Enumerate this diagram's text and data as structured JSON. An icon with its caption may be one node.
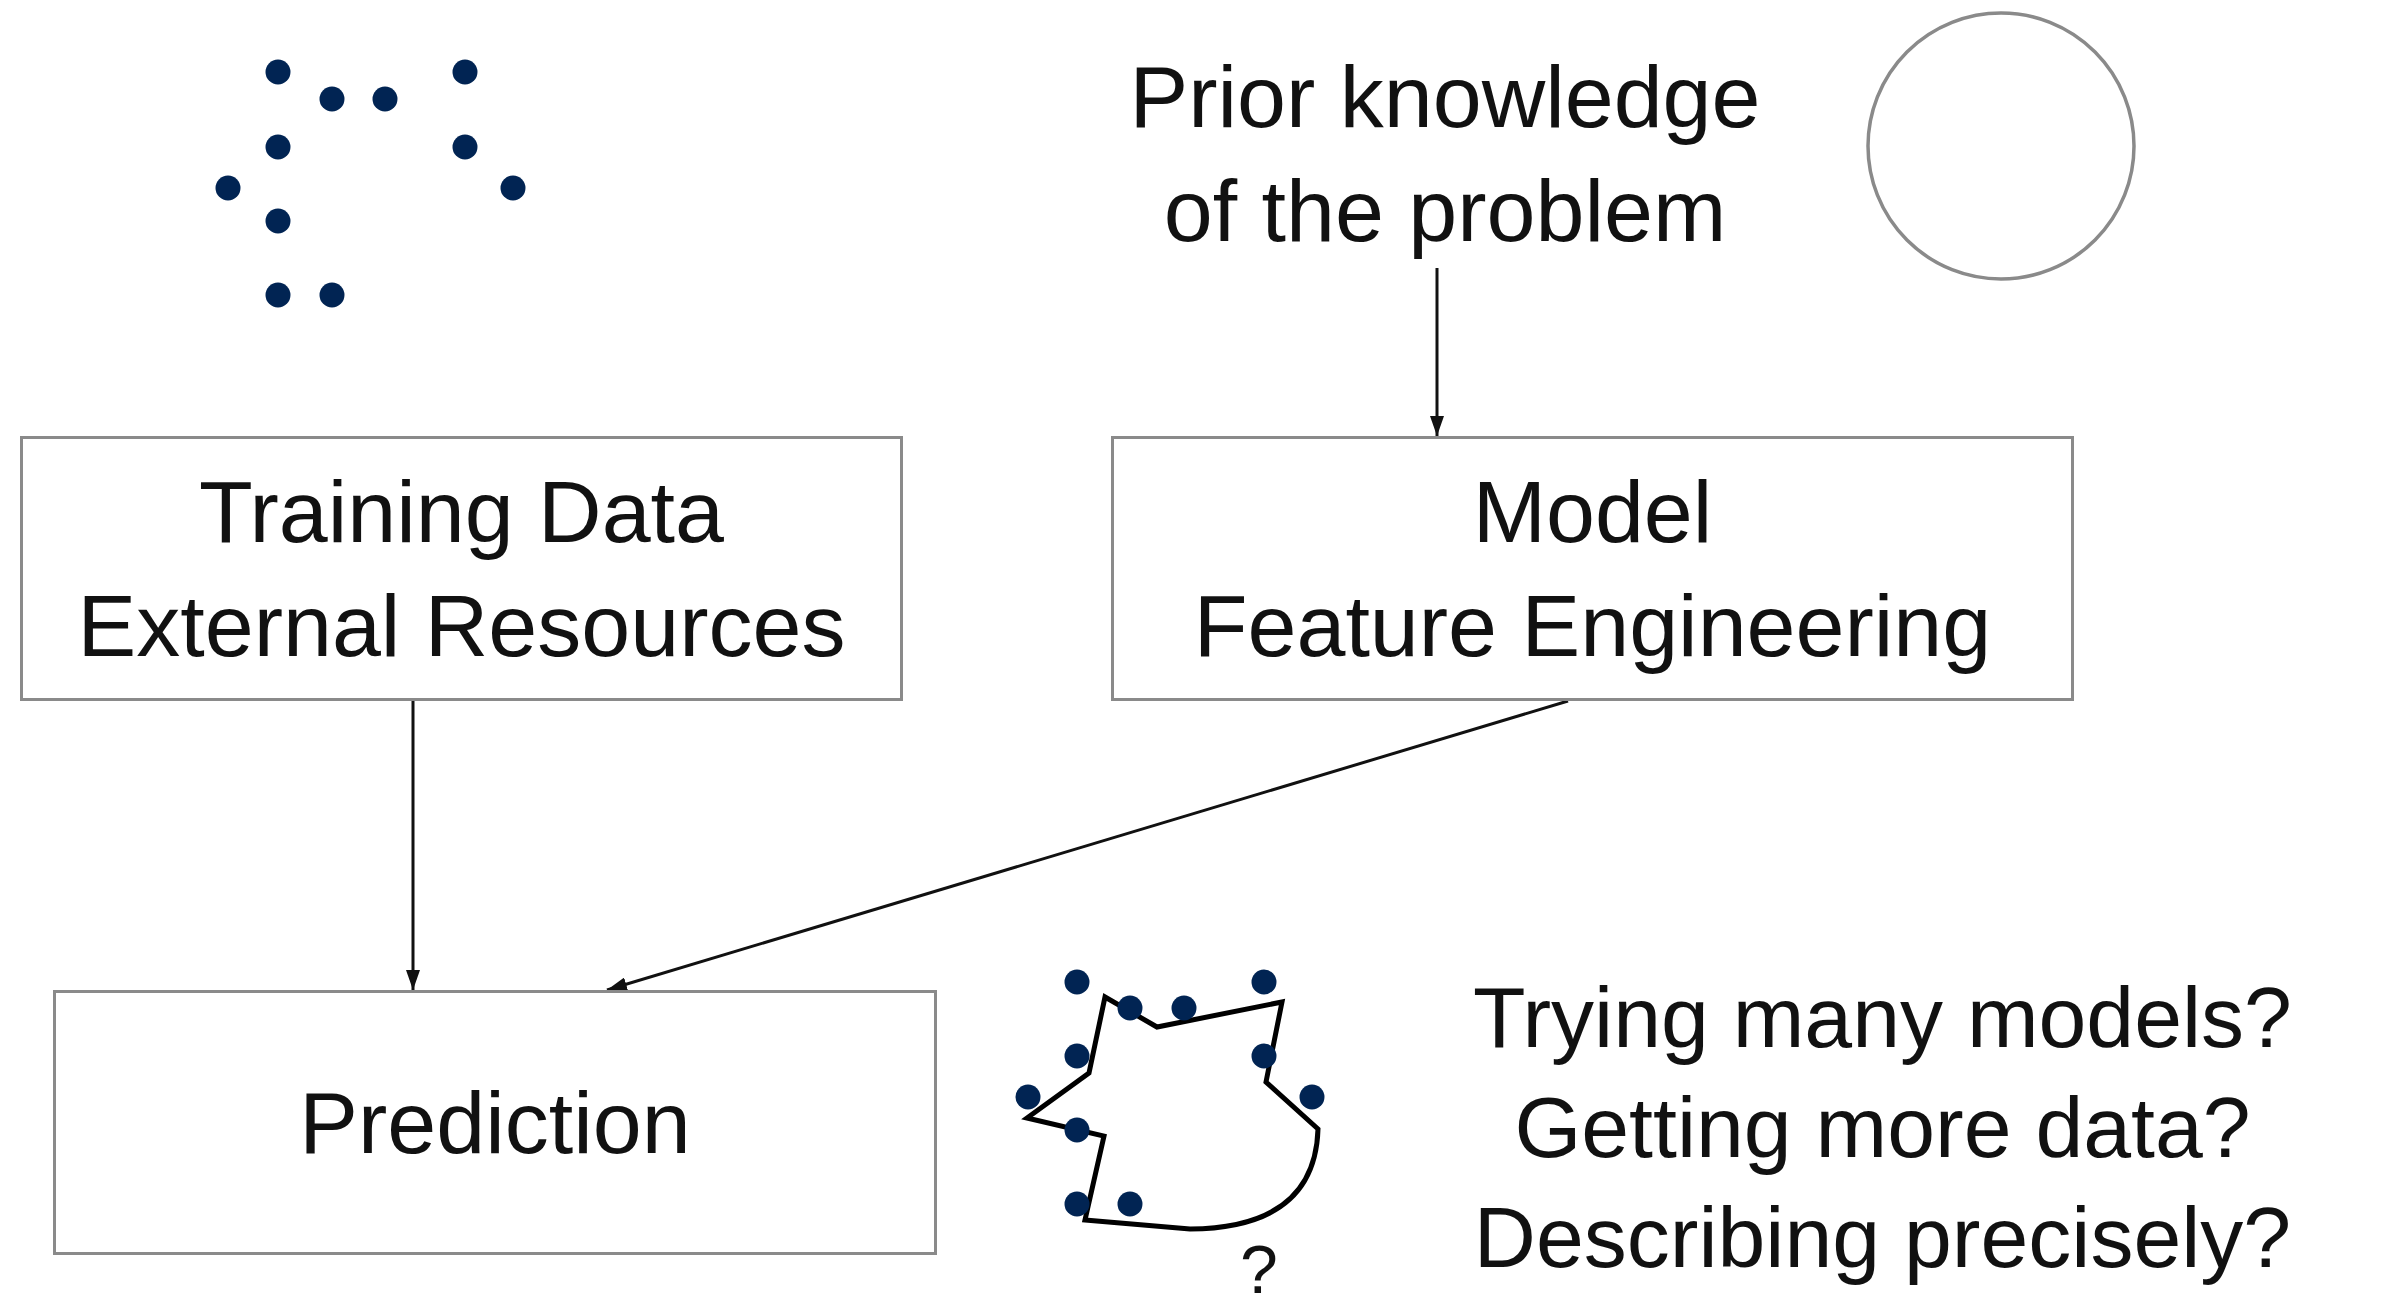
{
  "diagram": {
    "nodes": [
      {
        "text": [
          "Prior knowledge of the problem"
        ]
      },
      {
        "text": [],
        "shape": "circle"
      },
      {
        "text": [
          "Training Data",
          "External Resources"
        ]
      },
      {
        "text": [
          "Model",
          "Feature Engineering"
        ]
      },
      {
        "text": [
          "Prediction"
        ]
      }
    ],
    "edges": [
      {
        "from": 0,
        "to": 3,
        "arrow": "to"
      },
      {
        "from": 2,
        "to": 4,
        "arrow": "to"
      },
      {
        "from": 3,
        "to": 4,
        "arrow": "to"
      }
    ],
    "labels": [
      "Trying many models?",
      "Getting more data?",
      "Describing precisely?",
      "?"
    ]
  }
}
